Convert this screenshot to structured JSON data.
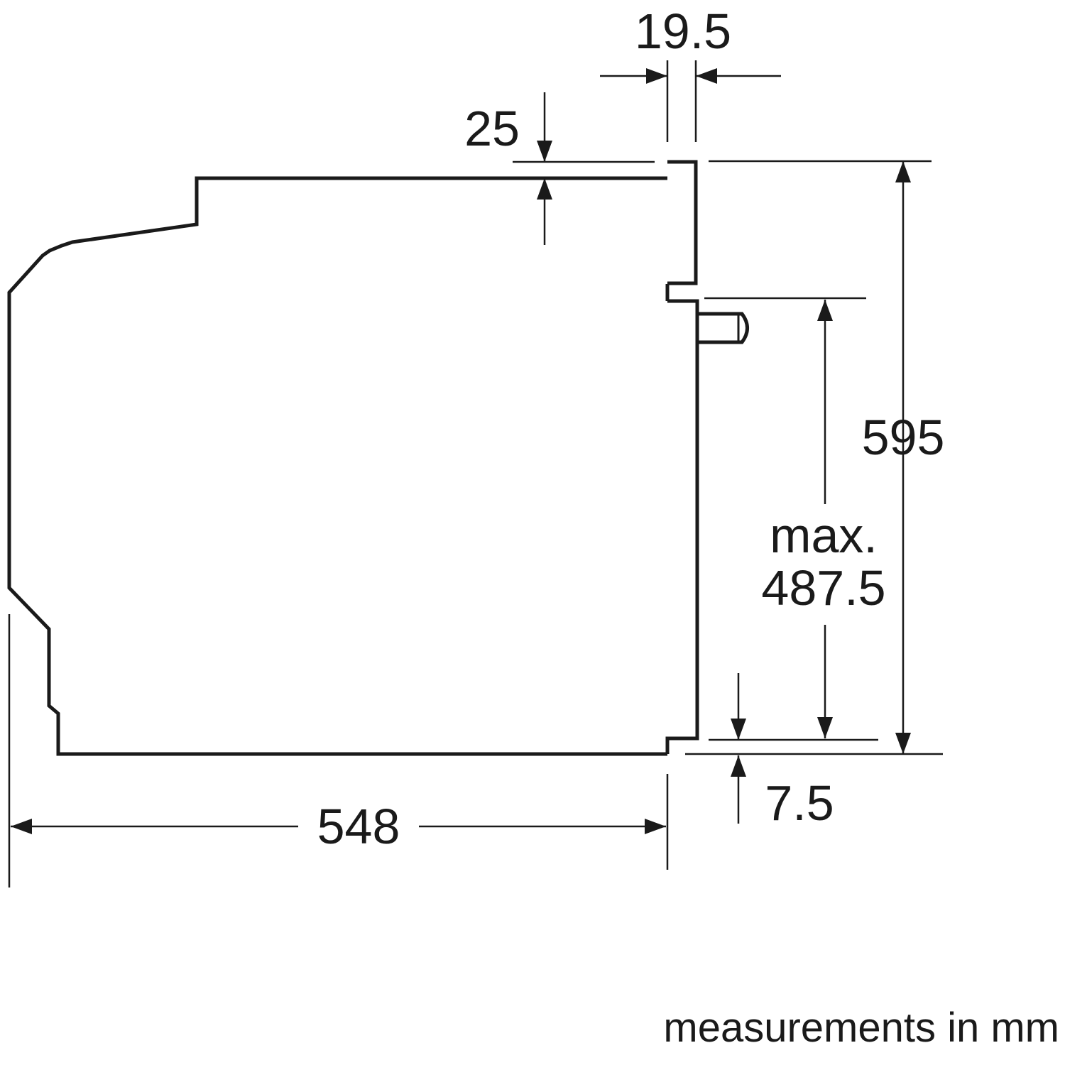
{
  "diagram": {
    "unit_note": "measurements in mm",
    "line_color": "#1a1a1a",
    "background": "#ffffff",
    "dimensions": {
      "width_depth": "548",
      "front_panel_thickness": "19.5",
      "top_offset": "25",
      "total_height": "595",
      "door_height_max_prefix": "max.",
      "door_height_max_value": "487.5",
      "bottom_offset": "7.5"
    }
  }
}
